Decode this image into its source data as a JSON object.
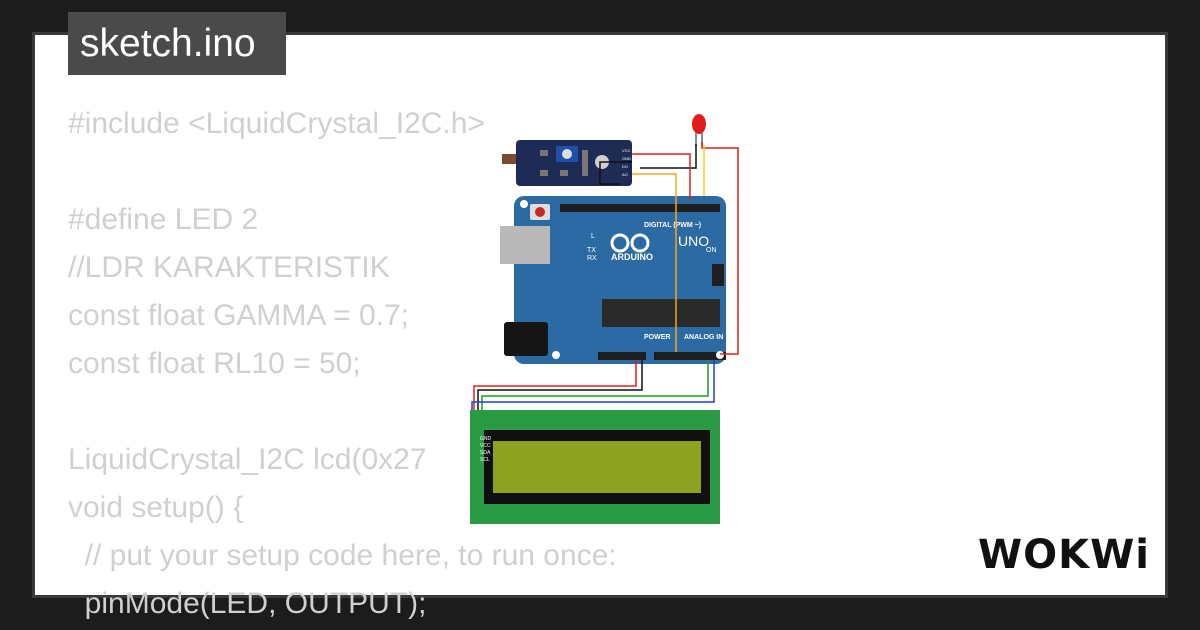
{
  "file_tab": {
    "label": "sketch.ino"
  },
  "code_lines": [
    "#include <LiquidCrystal_I2C.h>",
    "",
    "#define LED 2",
    "//LDR KARAKTERISTIK",
    "const float GAMMA = 0.7;",
    "const float RL10 = 50;",
    "",
    "LiquidCrystal_I2C lcd(0x27",
    "void setup() {",
    "  // put your setup code here, to run once:",
    "  pinMode(LED, OUTPUT);"
  ],
  "arduino": {
    "brand": "ARDUINO",
    "model": "UNO",
    "digital_header": "DIGITAL (PWM ~)",
    "power_header": "POWER",
    "analog_header": "ANALOG IN",
    "label_on": "ON",
    "label_l": "L",
    "label_tx": "TX",
    "label_rx": "RX"
  },
  "lcd": {
    "pins": [
      "GND",
      "VCC",
      "SDA",
      "SCL"
    ]
  },
  "ldr_module": {
    "pins": [
      "VCC",
      "GND",
      "DO",
      "AO"
    ]
  },
  "wire_colors": {
    "red": "#e02020",
    "black": "#111111",
    "yellow": "#f2d11a",
    "orange": "#f5a623",
    "green": "#1e9e1e",
    "blue": "#1e3fd8"
  },
  "logo": {
    "text": "WOKWi"
  }
}
